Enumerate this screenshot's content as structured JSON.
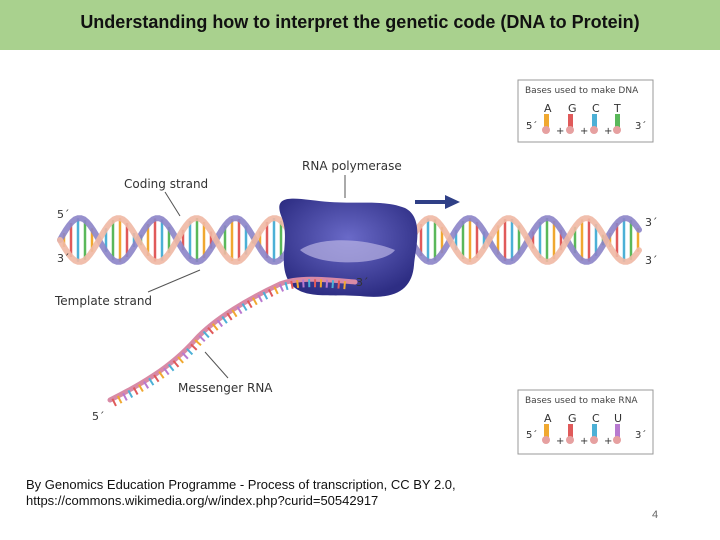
{
  "slide": {
    "title": "Understanding how to interpret the genetic code (DNA to Protein)",
    "caption_line1": "By Genomics Education Programme - Process of transcription, CC BY 2.0,",
    "caption_line2": "https://commons.wikimedia.org/w/index.php?curid=50542917",
    "page_number": "4"
  },
  "diagram": {
    "labels": {
      "rna_polymerase": "RNA polymerase",
      "coding_strand": "Coding strand",
      "template_strand": "Template strand",
      "messenger_rna": "Messenger RNA",
      "five_prime": "5´",
      "three_prime": "3´"
    },
    "dna_bases_box": {
      "title": "Bases used to make DNA",
      "bases": [
        "A",
        "G",
        "C",
        "T"
      ]
    },
    "rna_bases_box": {
      "title": "Bases used to make RNA",
      "bases": [
        "A",
        "G",
        "C",
        "U"
      ]
    },
    "colors": {
      "title_bar": "#a9d18e",
      "polymerase": "#3f3f9a",
      "strand_purple": "#8c84c8",
      "strand_peach": "#f0b8a4",
      "mrna": "#d88aa6",
      "arrow": "#2f3f86",
      "base_A": "#f0a830",
      "base_G": "#e05a5a",
      "base_C": "#4cb0d6",
      "base_T": "#5ab85a",
      "base_U": "#b87ad0"
    }
  }
}
